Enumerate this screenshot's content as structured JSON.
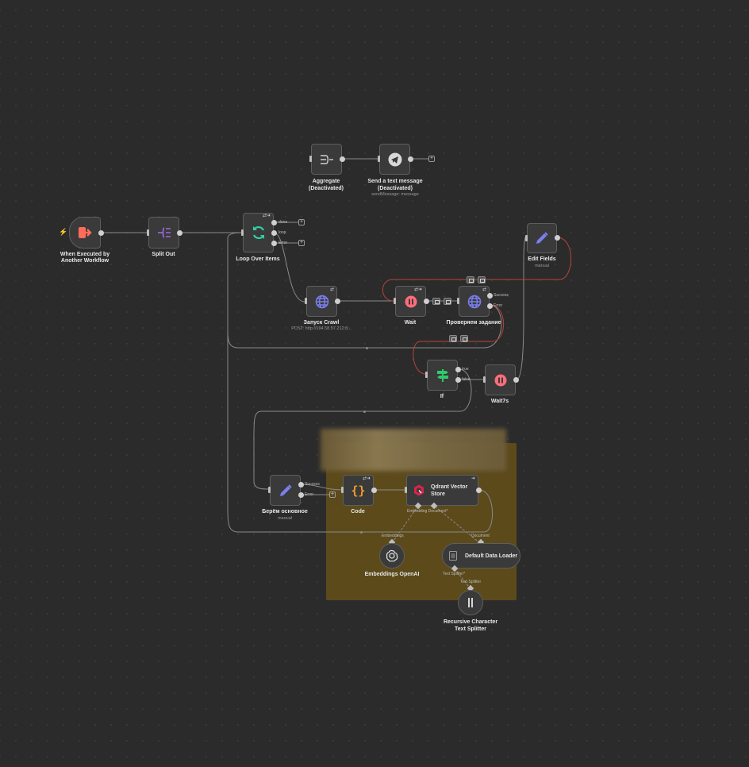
{
  "nodes": {
    "aggregate": {
      "title": "Aggregate",
      "subtitle": "(Deactivated)"
    },
    "send_text": {
      "title": "Send a text message",
      "subtitle": "(Deactivated)",
      "detail": "sendMessage: message"
    },
    "trigger": {
      "title": "When Executed by",
      "subtitle": "Another Workflow"
    },
    "split_out": {
      "title": "Split Out"
    },
    "loop": {
      "title": "Loop Over Items",
      "ports": [
        "done",
        "loop",
        "Error"
      ]
    },
    "crawl": {
      "title": "Запуск Crawl",
      "detail": "POST: http://194.58.57.212:8..."
    },
    "wait": {
      "title": "Wait"
    },
    "check": {
      "title": "Проверяем задание",
      "ports": [
        "Success",
        "Error"
      ]
    },
    "edit_fields": {
      "title": "Edit Fields",
      "detail": "manual"
    },
    "if": {
      "title": "If",
      "ports": [
        "true",
        "false"
      ]
    },
    "wait7": {
      "title": "Wait7s"
    },
    "berem": {
      "title": "Берём основное",
      "detail": "manual",
      "ports": [
        "Success",
        "Error"
      ]
    },
    "code": {
      "title": "Code"
    },
    "qdrant": {
      "title_line1": "Qdrant Vector",
      "title_line2": "Store",
      "ports_bottom": "Embedding Document*"
    },
    "embeddings": {
      "title": "Embeddings OpenAI",
      "port_top": "Embeddings"
    },
    "loader": {
      "title": "Default Data Loader",
      "port_top": "Document",
      "port_bottom": "Text Splitter*"
    },
    "splitter": {
      "title_line1": "Recursive Character",
      "title_line2": "Text Splitter",
      "port_top": "Text Splitter"
    }
  },
  "colors": {
    "canvas": "#2b2b2b",
    "node_fill": "#3a3a3a",
    "edge": "#8a8a8a",
    "edge_error": "#b5443b",
    "sticky": "#5c4a1b",
    "trigger_icon": "#ff6d5a",
    "split_icon": "#9b6bdf",
    "loop_icon": "#2dd4a6",
    "http_icon": "#7b7fef",
    "wait_icon": "#ff6d7a",
    "edit_icon": "#7b7fef",
    "if_icon": "#2dc96c",
    "code_icon": "#f29a2e"
  },
  "icons": {
    "trigger": "sign-out-icon",
    "split": "split-out-icon",
    "loop": "refresh-icon",
    "http": "globe-icon",
    "wait": "pause-icon",
    "edit": "pencil-icon",
    "if": "signpost-icon",
    "code": "braces-icon",
    "qdrant": "qdrant-logo-icon",
    "openai": "openai-icon",
    "loader": "document-icon",
    "splitter": "splitter-icon",
    "aggregate": "aggregate-icon",
    "telegram": "telegram-icon"
  }
}
